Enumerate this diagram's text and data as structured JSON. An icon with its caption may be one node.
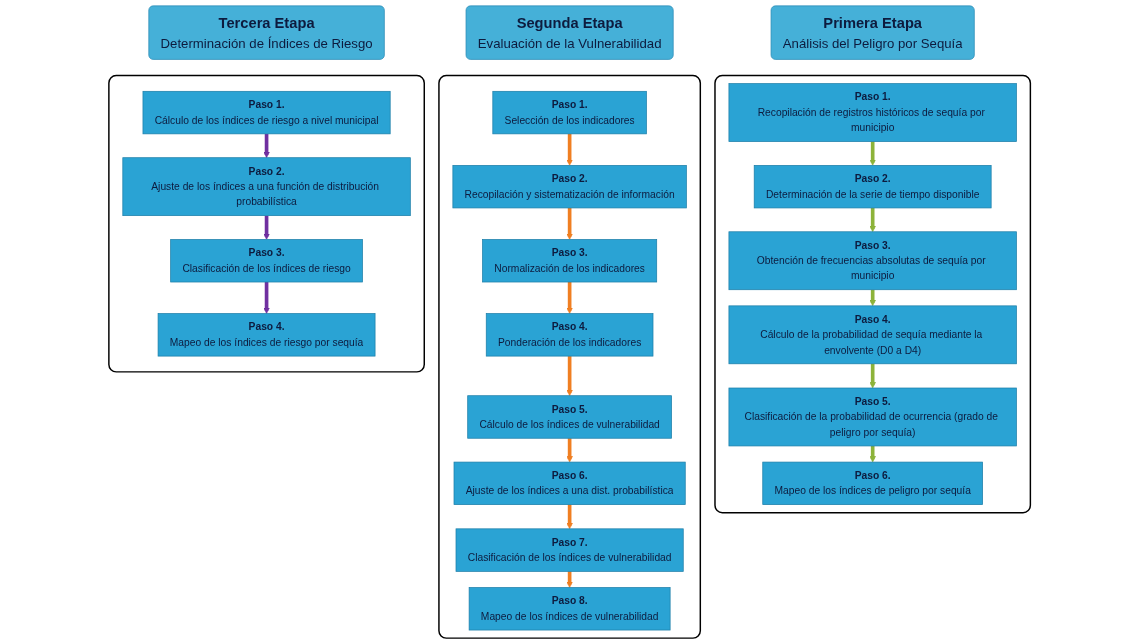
{
  "diagram": {
    "nodes": [
      {
        "text": [
          "Primera Etapa",
          "Análisis del Peligro por Sequía"
        ]
      },
      {
        "text": [],
        "shape": "box"
      },
      {
        "text": [
          "Paso 1.",
          "Recopilación de registros históricos de sequía por municipio"
        ],
        "in": 1
      },
      {
        "text": [
          "Paso 2.",
          "Determinación de la serie de tiempo disponible"
        ],
        "in": 1
      },
      {
        "text": [
          "Paso 3.",
          "Obtención de frecuencias absolutas de sequía por municipio"
        ],
        "in": 1
      },
      {
        "text": [
          "Paso 4.",
          "Cálculo de la probabilidad de sequía mediante la envolvente (D0 a D4)"
        ],
        "in": 1
      },
      {
        "text": [
          "Paso 5.",
          "Clasificación de la probabilidad de ocurrencia (grado de peligro por sequía)"
        ],
        "in": 1
      },
      {
        "text": [
          "Paso 6.",
          "Mapeo de los índices de peligro por sequía"
        ],
        "in": 1
      },
      {
        "text": [
          "Segunda Etapa",
          "Evaluación de la Vulnerabilidad"
        ]
      },
      {
        "text": [],
        "shape": "box"
      },
      {
        "text": [
          "Paso 1.",
          "Selección de los indicadores"
        ],
        "in": 9
      },
      {
        "text": [
          "Paso 2.",
          "Recopilación y sistematización de información"
        ],
        "in": 9
      },
      {
        "text": [
          "Paso 3.",
          "Normalización  de los indicadores"
        ],
        "in": 9
      },
      {
        "text": [
          "Paso 4.",
          "Ponderación de los indicadores"
        ],
        "in": 9
      },
      {
        "text": [
          "Paso 5.",
          "Cálculo de los índices de vulnerabilidad"
        ],
        "in": 9
      },
      {
        "text": [
          "Paso 6.",
          "Ajuste de los índices a una dist. probabilística"
        ],
        "in": 9
      },
      {
        "text": [
          "Paso 7.",
          "Clasificación de los índices de vulnerabilidad"
        ],
        "in": 9
      },
      {
        "text": [
          "Paso 8.",
          "Mapeo de los índices de vulnerabilidad"
        ],
        "in": 9
      },
      {
        "text": [
          "Tercera Etapa",
          "Determinación de Índices de Riesgo"
        ]
      },
      {
        "text": [],
        "shape": "box"
      },
      {
        "text": [
          "Paso 1.",
          "Cálculo de los índices de riesgo a nivel municipal"
        ],
        "in": 19
      },
      {
        "text": [
          "Paso 2.",
          "Ajuste de los índices a una función de distribución probabilística"
        ],
        "in": 19
      },
      {
        "text": [
          "Paso 3.",
          "Clasificación de los índices de riesgo"
        ],
        "in": 19
      },
      {
        "text": [
          "Paso 4.",
          "Mapeo de los índices de riesgo por sequía"
        ],
        "in": 19
      }
    ],
    "edges": [
      {
        "from": 2,
        "to": 3,
        "arrow": "to",
        "color": "#8db33a"
      },
      {
        "from": 3,
        "to": 4,
        "arrow": "to",
        "color": "#8db33a"
      },
      {
        "from": 4,
        "to": 5,
        "arrow": "to",
        "color": "#8db33a"
      },
      {
        "from": 5,
        "to": 6,
        "arrow": "to",
        "color": "#8db33a"
      },
      {
        "from": 6,
        "to": 7,
        "arrow": "to",
        "color": "#8db33a"
      },
      {
        "from": 10,
        "to": 11,
        "arrow": "to"
      },
      {
        "from": 11,
        "to": 12,
        "arrow": "to"
      },
      {
        "from": 12,
        "to": 13,
        "arrow": "to"
      },
      {
        "from": 13,
        "to": 14,
        "arrow": "to"
      },
      {
        "from": 14,
        "to": 15,
        "arrow": "to"
      },
      {
        "from": 15,
        "to": 16,
        "arrow": "to"
      },
      {
        "from": 16,
        "to": 17,
        "arrow": "to"
      },
      {
        "from": 20,
        "to": 21,
        "arrow": "to",
        "color": "#7030a0"
      },
      {
        "from": 21,
        "to": 22,
        "arrow": "to",
        "color": "#7030a0"
      },
      {
        "from": 22,
        "to": 23,
        "arrow": "to",
        "color": "#7030a0"
      }
    ]
  }
}
